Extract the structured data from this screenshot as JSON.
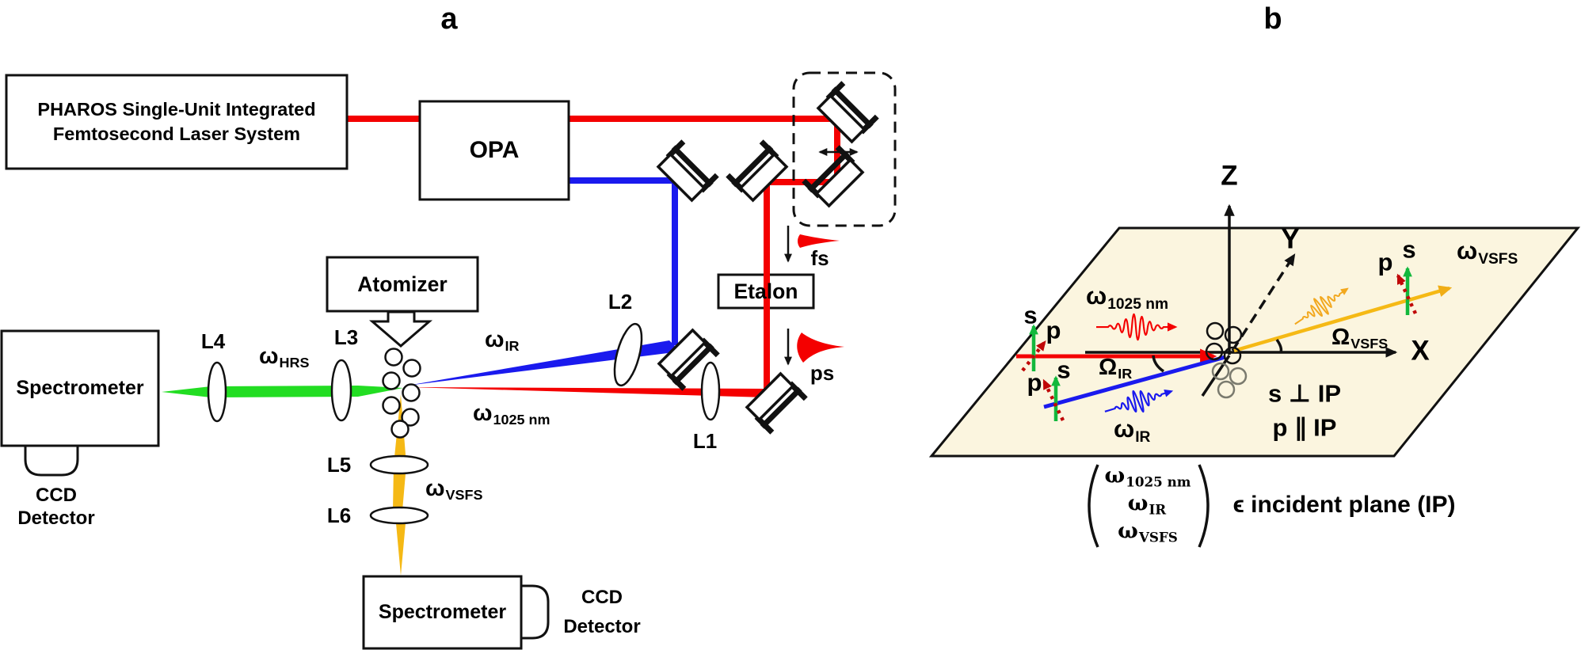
{
  "figure": {
    "panel_a_label": "a",
    "panel_b_label": "b"
  },
  "panel_a": {
    "laser_box_line1": "PHAROS Single-Unit Integrated",
    "laser_box_line2": "Femtosecond Laser System",
    "opa_box": "OPA",
    "atomizer_box": "Atomizer",
    "etalon_box": "Etalon",
    "spectrometer_left": "Spectrometer",
    "spectrometer_bottom": "Spectrometer",
    "ccd_left_line1": "CCD",
    "ccd_left_line2": "Detector",
    "ccd_bottom_line1": "CCD",
    "ccd_bottom_line2": "Detector",
    "lens_l1": "L1",
    "lens_l2": "L2",
    "lens_l3": "L3",
    "lens_l4": "L4",
    "lens_l5": "L5",
    "lens_l6": "L6",
    "pulse_fs": "fs",
    "pulse_ps": "ps",
    "omega_hrs": {
      "main": "ω",
      "sub": "HRS"
    },
    "omega_ir": {
      "main": "ω",
      "sub": "IR"
    },
    "omega_1025": {
      "main": "ω",
      "sub": "1025 nm"
    },
    "omega_vsfs": {
      "main": "ω",
      "sub": "VSFS"
    }
  },
  "panel_b": {
    "axis_x": "X",
    "axis_y": "Y",
    "axis_z": "Z",
    "omega_1025": {
      "main": "ω",
      "sub": "1025 nm"
    },
    "omega_ir": {
      "main": "ω",
      "sub": "IR"
    },
    "omega_vsfs": {
      "main": "ω",
      "sub": "VSFS"
    },
    "angle_ir": {
      "main": "Ω",
      "sub": "IR"
    },
    "angle_vsfs": {
      "main": "Ω",
      "sub": "VSFS"
    },
    "pol_s": "s",
    "pol_p": "p",
    "legend_s": "s ⊥ IP",
    "legend_p": "p ∥ IP",
    "formula_row1": {
      "main": "ω",
      "sub": "1025 nm"
    },
    "formula_row2": {
      "main": "ω",
      "sub": "IR"
    },
    "formula_row3": {
      "main": "ω",
      "sub": "VSFS"
    },
    "formula_rhs": "ϵ incident plane (IP)"
  },
  "colors": {
    "beam_red": "#f40000",
    "beam_blue": "#1a1aee",
    "beam_green": "#22dd22",
    "beam_gold": "#f5b915",
    "pol_s_green": "#12b83c",
    "pol_p_darkred": "#c00808",
    "plane_fill": "#fbf5df",
    "outline": "#111111",
    "droplet_grey": "#7a7a6e"
  }
}
